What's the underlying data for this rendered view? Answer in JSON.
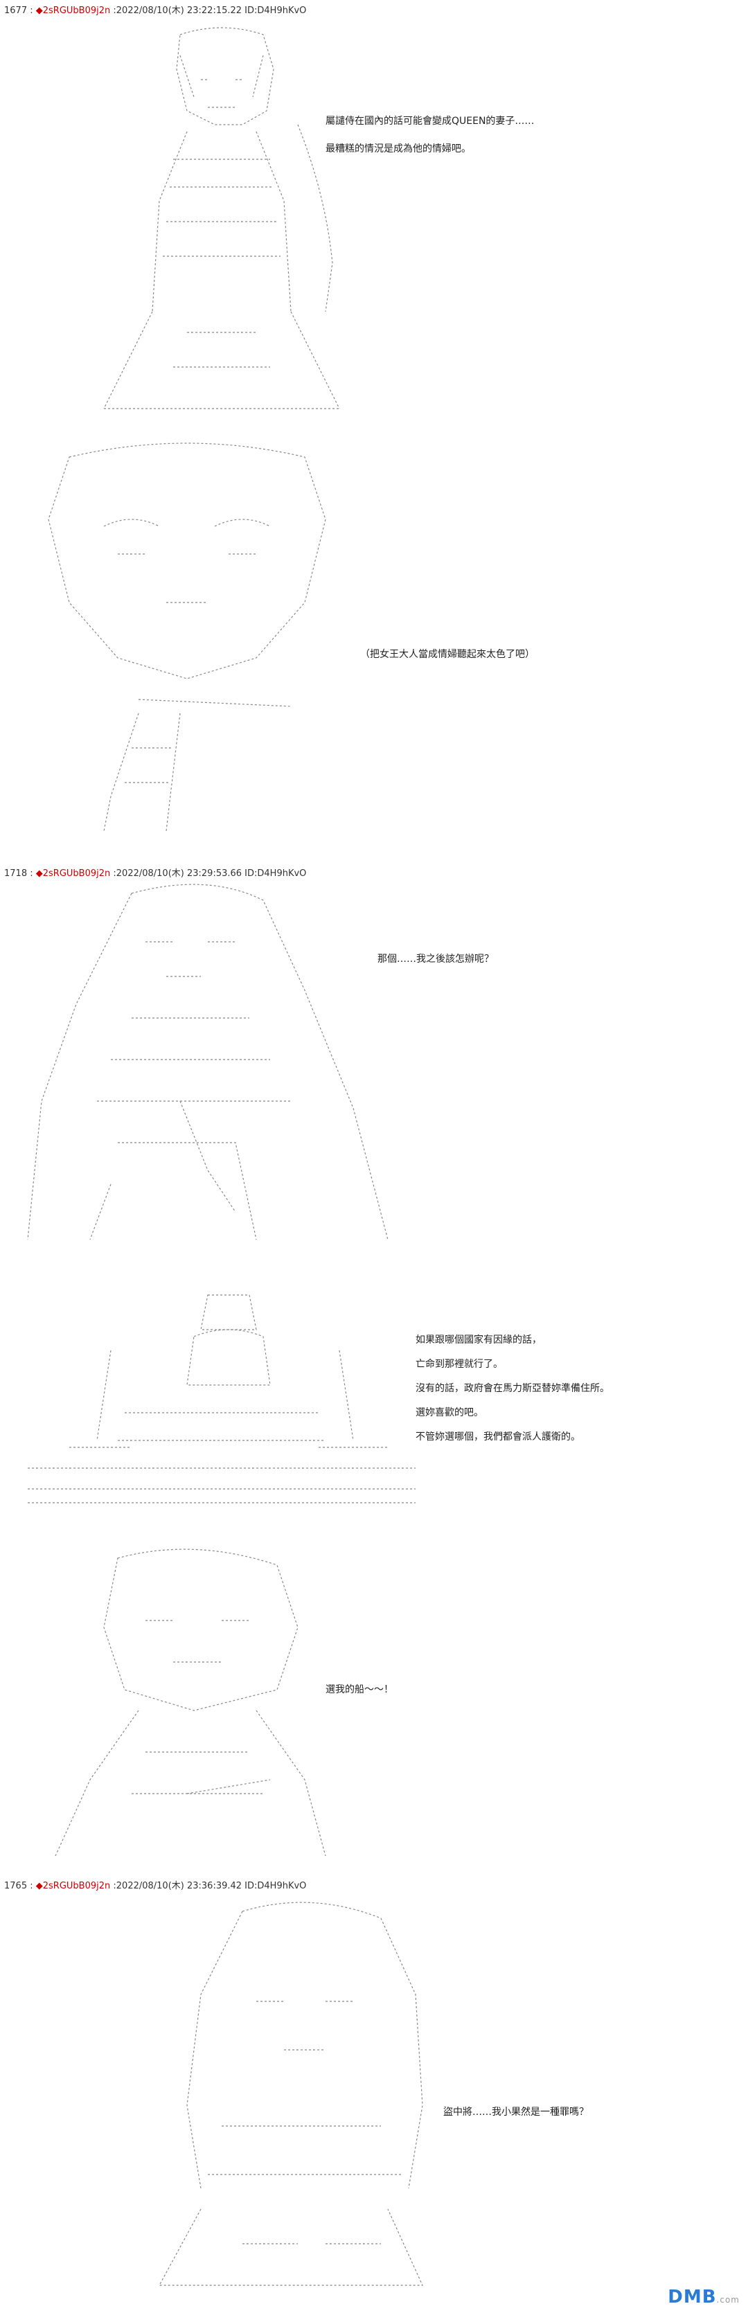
{
  "posts": [
    {
      "header": {
        "number": "1677 :",
        "name": "2sRGUbB09j2n",
        "date": ":2022/08/10(木) 23:22:15.22 ID:D4H9hKvO"
      },
      "lines": [
        "屬譴侍在國內的話可能會變成QUEEN的妻子……",
        "最糟糕的情況是成為他的情婦吧。",
        "（把女王大人當成情婦聽起來太色了吧）"
      ]
    },
    {
      "header": {
        "number": "1718 :",
        "name": "2sRGUbB09j2n",
        "date": ":2022/08/10(木) 23:29:53.66 ID:D4H9hKvO"
      },
      "lines": [
        "那個……我之後該怎辦呢？",
        "如果跟哪個國家有因緣的話，",
        "亡命到那裡就行了。",
        "沒有的話，政府會在馬力斯亞替妳準備住所。",
        "選妳喜歡的吧。",
        "不管妳選哪個，我們都會派人護衛的。",
        "選我的船～～！"
      ]
    },
    {
      "header": {
        "number": "1765 :",
        "name": "2sRGUbB09j2n",
        "date": ":2022/08/10(木) 23:36:39.42 ID:D4H9hKvO"
      },
      "lines": [
        "盜中將……我小果然是一種罪嗎？"
      ]
    }
  ],
  "logo": {
    "text": "DMB",
    "sub": ".com"
  }
}
